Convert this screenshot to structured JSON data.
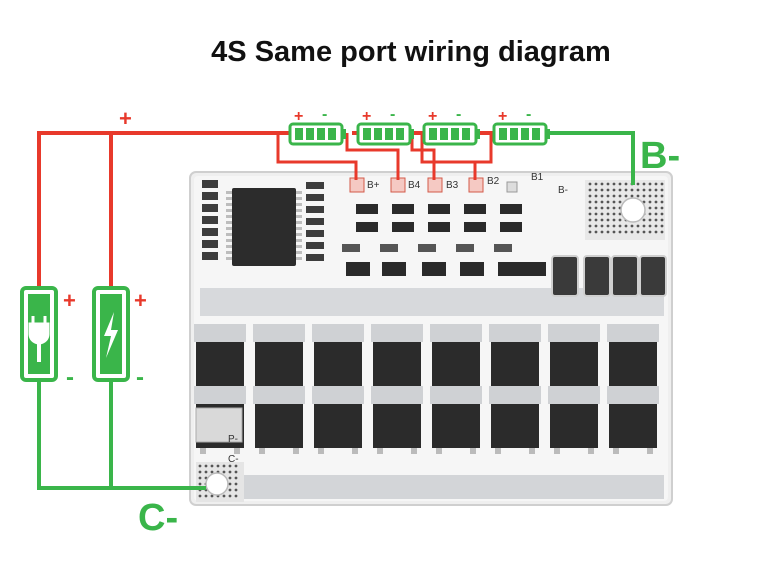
{
  "title": "4S Same port wiring diagram",
  "colors": {
    "positive_wire": "#e8392b",
    "negative_wire": "#3ab54a",
    "board": "#f2f2f2",
    "mosfet": "#2b2b2b"
  },
  "labels": {
    "b_minus": "B-",
    "c_minus": "C-",
    "top_plus": "+",
    "pack_plus": "+",
    "pack_minus": "-",
    "charger_plus": "+",
    "charger_minus": "-"
  },
  "cells": [
    {
      "plus": "+",
      "minus": "-"
    },
    {
      "plus": "+",
      "minus": "-"
    },
    {
      "plus": "+",
      "minus": "-"
    },
    {
      "plus": "+",
      "minus": "-"
    }
  ],
  "board_silkscreen": {
    "b_plus": "B+",
    "b4": "B4",
    "b3": "B3",
    "b2": "B2",
    "b1": "B1",
    "b_minus": "B-",
    "p_minus": "P-",
    "c_minus": "C-"
  },
  "icons": {
    "load": "plug-icon",
    "charger": "lightning-battery-icon",
    "cell": "battery-cell-icon"
  }
}
